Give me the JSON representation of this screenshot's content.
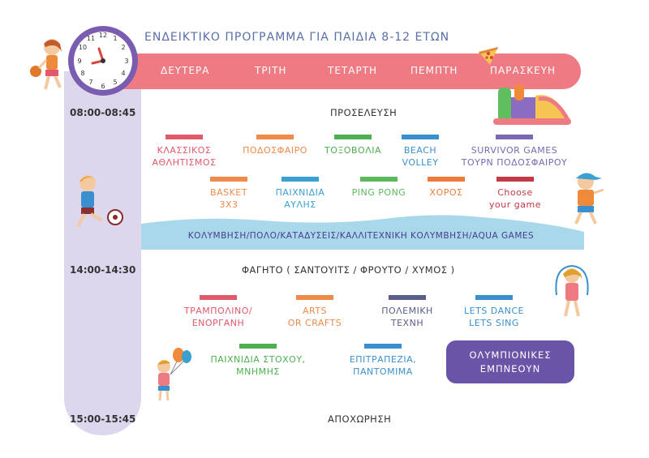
{
  "title": "ΕΝΔΕΙΚΤΙΚΟ ΠΡΟΓΡΑΜΜΑ ΓΙΑ ΠΑΙΔΙΑ 8-12 ΕΤΩΝ",
  "colors": {
    "day_bar": "#ee7b84",
    "timeline": "#ddd7ee",
    "clock_ring": "#7a5cb0",
    "wave": "#a8d8ea",
    "highlight_button": "#6a54a8"
  },
  "icons": {
    "clock": "clock-icon",
    "pizza": "pizza-slice-icon",
    "bouncy_castle": "bouncy-castle-icon",
    "kids": [
      "girl-basketball-icon",
      "boy-soccer-icon",
      "boy-cap-icon",
      "girl-jumprope-icon",
      "boy-balloons-icon"
    ]
  },
  "days": [
    "ΔΕΥΤΕΡΑ",
    "ΤΡΙΤΗ",
    "ΤΕΤΑΡΤΗ",
    "ΠΕΜΠΤΗ",
    "ΠΑΡΑΣΚΕΥΗ"
  ],
  "schedule": {
    "arrival_time": "08:00-08:45",
    "arrival": "ΠΡΟΣΕΛΕΥΣΗ",
    "lunch_time": "14:00-14:30",
    "lunch": "ΦΑΓΗΤΟ ( ΣΑΝΤΟΥΙΤΣ / ΦΡΟΥΤΟ / ΧΥΜΟΣ )",
    "departure_time": "15:00-15:45",
    "departure": "ΑΠΟΧΩΡΗΣΗ"
  },
  "morning_row1": [
    {
      "line1": "ΚΛΑΣΣΙΚΟΣ",
      "line2": "ΑΘΛΗΤΙΣΜΟΣ",
      "color": "#e05a6b"
    },
    {
      "line1": "ΠΟΔΟΣΦΑΙΡΟ",
      "line2": "",
      "color": "#f08a4b"
    },
    {
      "line1": "ΤΟΞΟΒΟΛΙΑ",
      "line2": "",
      "color": "#4caf50"
    },
    {
      "line1": "BEACH",
      "line2": "VOLLEY",
      "color": "#3a8fcf"
    },
    {
      "line1": "SURVIVOR GAMES",
      "line2": "ΤΟΥΡΝ ΠΟΔΟΣΦΑΙΡΟΥ",
      "color": "#7b68b5"
    }
  ],
  "morning_row2": [
    {
      "line1": "BASKET",
      "line2": "3X3",
      "color": "#f08a4b"
    },
    {
      "line1": "ΠΑΙΧΝΙΔΙΑ",
      "line2": "ΑΥΛΗΣ",
      "color": "#3aa0d0"
    },
    {
      "line1": "PING PONG",
      "line2": "",
      "color": "#5cb85c"
    },
    {
      "line1": "ΧΟΡΟΣ",
      "line2": "",
      "color": "#f07a3b"
    },
    {
      "line1": "Choose",
      "line2": "your game",
      "color": "#c23a46"
    }
  ],
  "swimming": "ΚΟΛΥΜΒΗΣΗ/ΠΟΛΟ/ΚΑΤΑΔΥΣΕΙΣ/ΚΑΛΛΙΤΕΧΝΙΚΗ ΚΟΛΥΜΒΗΣΗ/AQUA GAMES",
  "afternoon_row1": [
    {
      "line1": "ΤΡΑΜΠΟΛΙΝΟ/",
      "line2": "ΕΝΟΡΓΑΝΗ",
      "color": "#e05a6b"
    },
    {
      "line1": "ARTS",
      "line2": "OR CRAFTS",
      "color": "#f08a4b"
    },
    {
      "line1": "ΠΟΛΕΜΙΚΗ",
      "line2": "ΤΕΧΝΗ",
      "color": "#5a5f8a"
    },
    {
      "line1": "LETS DANCE",
      "line2": "LETS SING",
      "color": "#3a8fcf"
    }
  ],
  "afternoon_row2": [
    {
      "line1": "ΠΑΙΧΝΙΔΙΑ ΣΤΟΧΟΥ,",
      "line2": "ΜΝΗΜΗΣ",
      "color": "#4caf50"
    },
    {
      "line1": "ΕΠΙΤΡΑΠΕΖΙΑ,",
      "line2": "ΠΑΝΤΟΜΙΜΑ",
      "color": "#3a8fcf"
    }
  ],
  "highlight": {
    "line1": "ΟΛΥΜΠΙΟΝΙΚΕΣ",
    "line2": "ΕΜΠΝΕΟΥΝ"
  }
}
